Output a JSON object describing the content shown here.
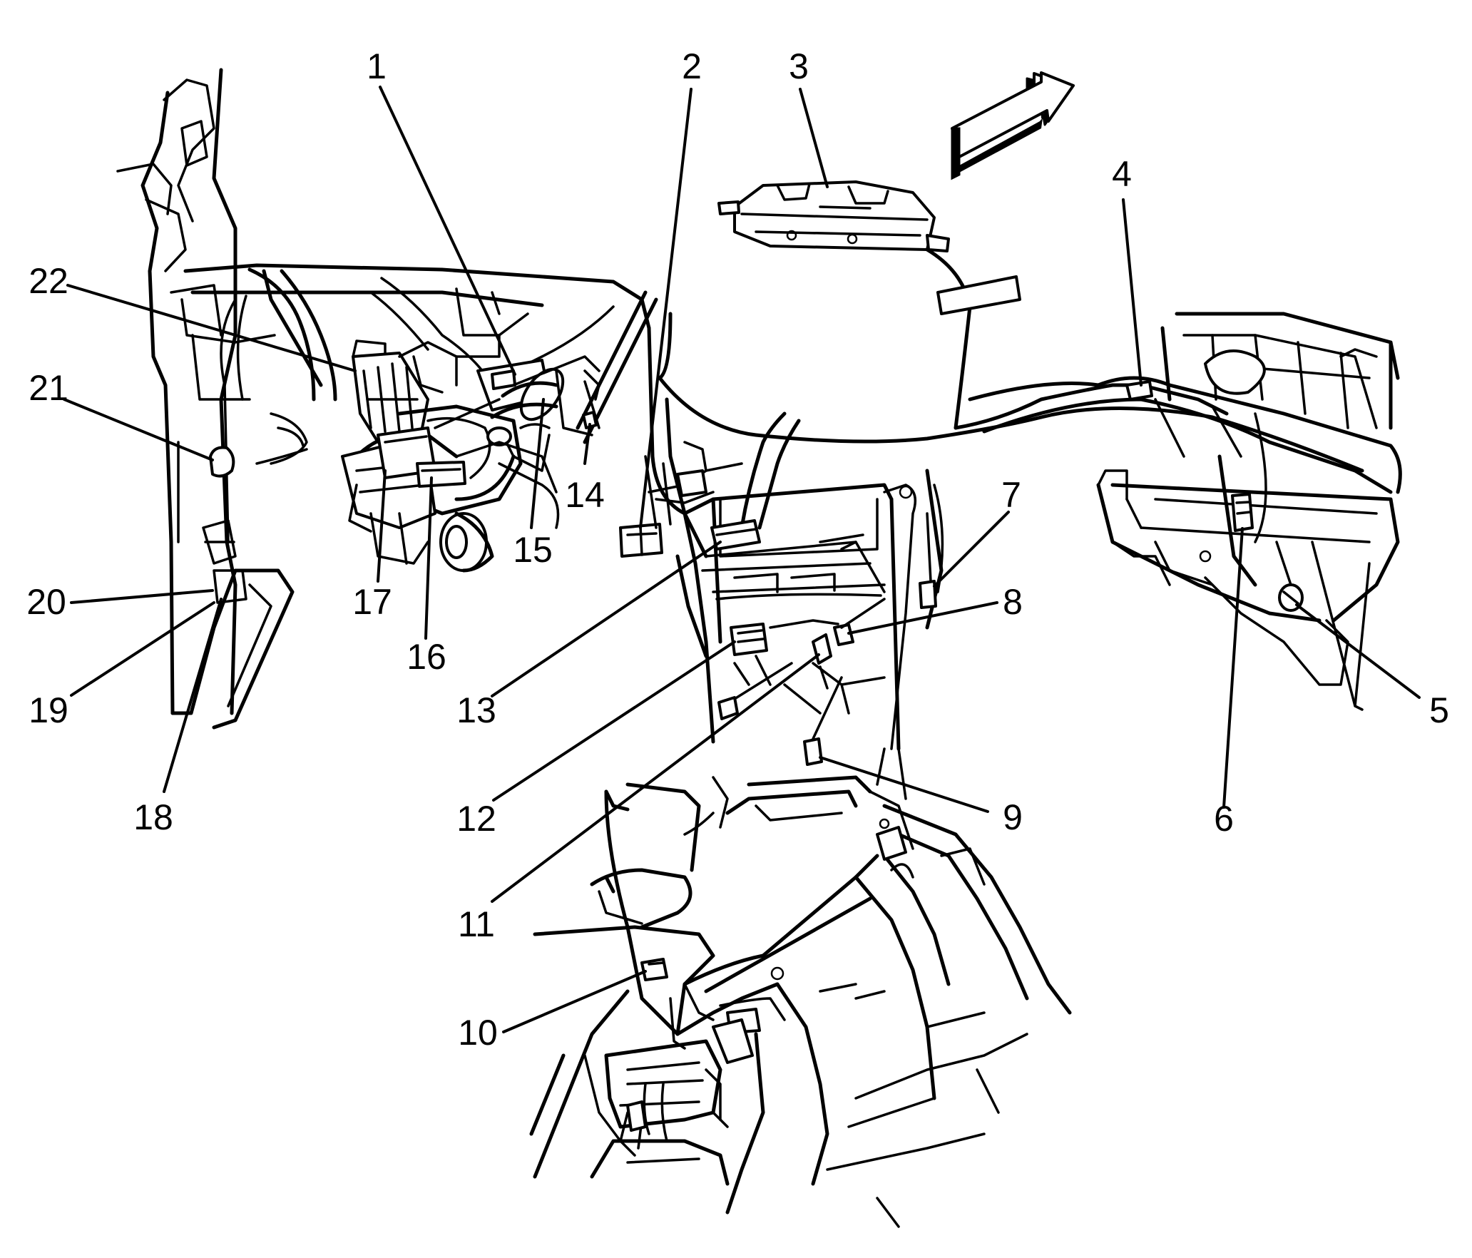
{
  "callouts": [
    {
      "id": "1",
      "label": "1"
    },
    {
      "id": "2",
      "label": "2"
    },
    {
      "id": "3",
      "label": "3"
    },
    {
      "id": "4",
      "label": "4"
    },
    {
      "id": "5",
      "label": "5"
    },
    {
      "id": "6",
      "label": "6"
    },
    {
      "id": "7",
      "label": "7"
    },
    {
      "id": "8",
      "label": "8"
    },
    {
      "id": "9",
      "label": "9"
    },
    {
      "id": "10",
      "label": "10"
    },
    {
      "id": "11",
      "label": "11"
    },
    {
      "id": "12",
      "label": "12"
    },
    {
      "id": "13",
      "label": "13"
    },
    {
      "id": "14",
      "label": "14"
    },
    {
      "id": "15",
      "label": "15"
    },
    {
      "id": "16",
      "label": "16"
    },
    {
      "id": "17",
      "label": "17"
    },
    {
      "id": "18",
      "label": "18"
    },
    {
      "id": "19",
      "label": "19"
    },
    {
      "id": "20",
      "label": "20"
    },
    {
      "id": "21",
      "label": "21"
    },
    {
      "id": "22",
      "label": "22"
    }
  ],
  "icons": {
    "front_arrow": "front-direction-arrow-icon"
  }
}
